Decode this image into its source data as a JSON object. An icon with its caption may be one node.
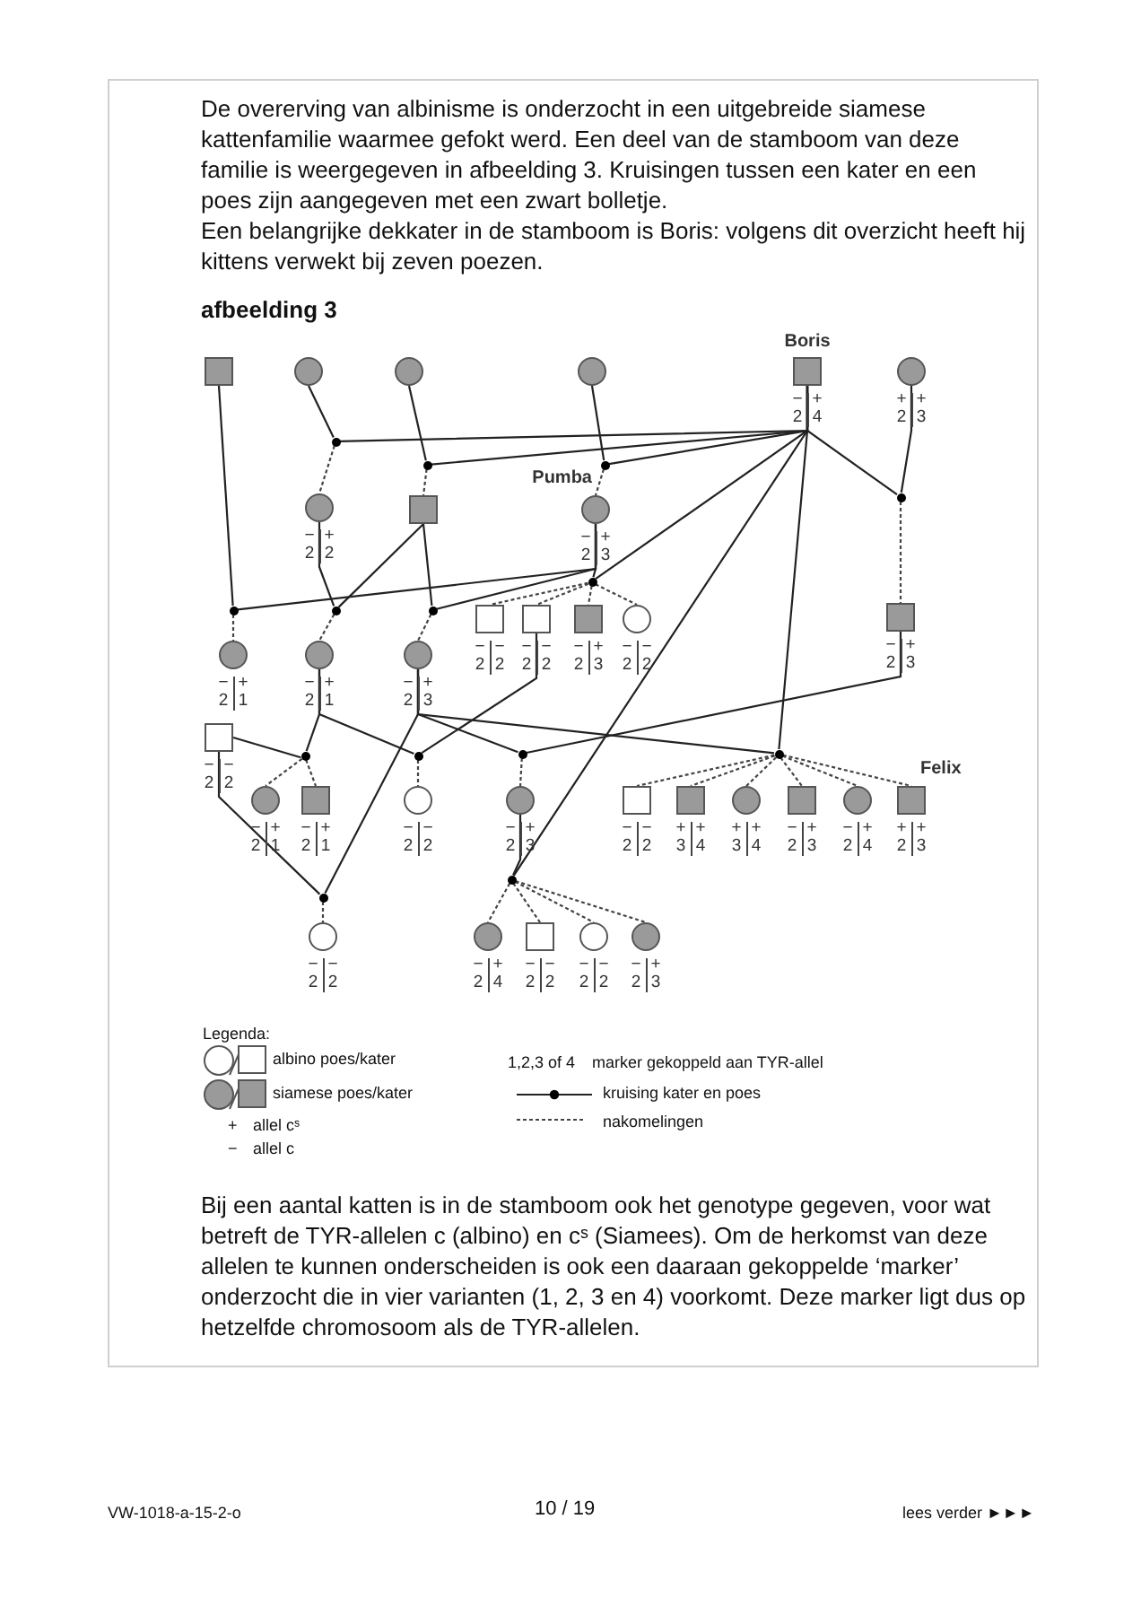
{
  "diagram": {
    "nodes": [
      {
        "text": [],
        "shape": "box"
      },
      {
        "text": [],
        "shape": "circle"
      },
      {
        "text": [],
        "shape": "circle"
      },
      {
        "text": [],
        "shape": "circle"
      },
      {
        "text": [
          "Boris"
        ],
        "beside": [
          "−",
          "2",
          "+",
          "4"
        ]
      },
      {
        "text": [],
        "shape": "circle",
        "beside": [
          "+",
          "2",
          "+",
          "3"
        ]
      },
      {
        "text": [],
        "shape": "dot"
      },
      {
        "text": [],
        "shape": "dot"
      },
      {
        "text": [],
        "shape": "dot"
      },
      {
        "text": [],
        "shape": "dot"
      },
      {
        "text": [],
        "shape": "circle",
        "beside": [
          "−",
          "2",
          "+",
          "2"
        ]
      },
      {
        "text": [],
        "shape": "box"
      },
      {
        "text": [
          "Pumba"
        ],
        "beside": [
          "−",
          "2",
          "+",
          "3"
        ]
      },
      {
        "text": [],
        "shape": "dot"
      },
      {
        "text": [],
        "shape": "dot"
      },
      {
        "text": [],
        "shape": "dot"
      },
      {
        "text": [],
        "shape": "dot"
      },
      {
        "text": [],
        "shape": "box",
        "beside": [
          "−",
          "2",
          "−",
          "2"
        ]
      },
      {
        "text": [],
        "shape": "box",
        "beside": [
          "−",
          "2",
          "−",
          "2"
        ]
      },
      {
        "text": [],
        "shape": "box",
        "beside": [
          "−",
          "2",
          "+",
          "3"
        ]
      },
      {
        "text": [],
        "shape": "circle",
        "beside": [
          "−",
          "2",
          "−",
          "2"
        ]
      },
      {
        "text": [],
        "shape": "box",
        "beside": [
          "−",
          "2",
          "+",
          "3"
        ]
      },
      {
        "text": [],
        "shape": "circle",
        "beside": [
          "−",
          "2",
          "+",
          "1"
        ]
      },
      {
        "text": [],
        "shape": "circle",
        "beside": [
          "−",
          "2",
          "+",
          "1"
        ]
      },
      {
        "text": [],
        "shape": "circle",
        "beside": [
          "−",
          "2",
          "+",
          "3"
        ]
      },
      {
        "text": [],
        "shape": "box",
        "beside": [
          "−",
          "2",
          "−",
          "2"
        ]
      },
      {
        "text": [],
        "shape": "dot"
      },
      {
        "text": [],
        "shape": "dot"
      },
      {
        "text": [],
        "shape": "dot"
      },
      {
        "text": [],
        "shape": "dot"
      },
      {
        "text": [],
        "shape": "circle",
        "beside": [
          "−",
          "2",
          "+",
          "1"
        ]
      },
      {
        "text": [],
        "shape": "box",
        "beside": [
          "−",
          "2",
          "+",
          "1"
        ]
      },
      {
        "text": [],
        "shape": "circle",
        "beside": [
          "−",
          "2",
          "−",
          "2"
        ]
      },
      {
        "text": [],
        "shape": "circle",
        "beside": [
          "−",
          "2",
          "+",
          "3"
        ]
      },
      {
        "text": [],
        "shape": "box",
        "beside": [
          "−",
          "2",
          "−",
          "2"
        ]
      },
      {
        "text": [],
        "shape": "box",
        "beside": [
          "+",
          "3",
          "+",
          "4"
        ]
      },
      {
        "text": [],
        "shape": "circle",
        "beside": [
          "+",
          "3",
          "+",
          "4"
        ]
      },
      {
        "text": [],
        "shape": "box",
        "beside": [
          "−",
          "2",
          "+",
          "3"
        ]
      },
      {
        "text": [],
        "shape": "circle",
        "beside": [
          "−",
          "2",
          "+",
          "4"
        ]
      },
      {
        "text": [
          "Felix"
        ],
        "beside": [
          "+",
          "2",
          "+",
          "3"
        ]
      },
      {
        "text": [],
        "shape": "dot"
      },
      {
        "text": [],
        "shape": "dot"
      },
      {
        "text": [],
        "shape": "circle",
        "beside": [
          "−",
          "2",
          "−",
          "2"
        ]
      },
      {
        "text": [],
        "shape": "circle",
        "beside": [
          "−",
          "2",
          "+",
          "4"
        ]
      },
      {
        "text": [],
        "shape": "box",
        "beside": [
          "−",
          "2",
          "−",
          "2"
        ]
      },
      {
        "text": [],
        "shape": "circle",
        "beside": [
          "−",
          "2",
          "−",
          "2"
        ]
      },
      {
        "text": [],
        "shape": "circle",
        "beside": [
          "−",
          "2",
          "+",
          "3"
        ]
      }
    ],
    "edges": [
      {
        "from": 1,
        "to": 6,
        "arrow": "none"
      },
      {
        "from": 4,
        "to": 6,
        "arrow": "none"
      },
      {
        "from": 6,
        "to": 10,
        "arrow": "none",
        "style": "dashed"
      },
      {
        "from": 2,
        "to": 7,
        "arrow": "none"
      },
      {
        "from": 4,
        "to": 7,
        "arrow": "none"
      },
      {
        "from": 7,
        "to": 11,
        "arrow": "none",
        "style": "dashed"
      },
      {
        "from": 3,
        "to": 8,
        "arrow": "none"
      },
      {
        "from": 4,
        "to": 8,
        "arrow": "none"
      },
      {
        "from": 8,
        "to": 12,
        "arrow": "none",
        "style": "dashed"
      },
      {
        "from": 4,
        "to": 9,
        "arrow": "none"
      },
      {
        "from": 5,
        "to": 9,
        "arrow": "none"
      },
      {
        "from": 9,
        "to": 21,
        "arrow": "none",
        "style": "dashed"
      },
      {
        "from": 0,
        "to": 13,
        "arrow": "none"
      },
      {
        "from": 12,
        "to": 13,
        "arrow": "none"
      },
      {
        "from": 13,
        "to": 22,
        "arrow": "none",
        "style": "dashed"
      },
      {
        "from": 10,
        "to": 14,
        "arrow": "none"
      },
      {
        "from": 11,
        "to": 14,
        "arrow": "none"
      },
      {
        "from": 14,
        "to": 23,
        "arrow": "none",
        "style": "dashed"
      },
      {
        "from": 11,
        "to": 15,
        "arrow": "none"
      },
      {
        "from": 12,
        "to": 15,
        "arrow": "none"
      },
      {
        "from": 15,
        "to": 24,
        "arrow": "none",
        "style": "dashed"
      },
      {
        "from": 12,
        "to": 16,
        "arrow": "none"
      },
      {
        "from": 4,
        "to": 16,
        "arrow": "none"
      },
      {
        "from": 16,
        "to": 17,
        "arrow": "none",
        "style": "dashed"
      },
      {
        "from": 16,
        "to": 18,
        "arrow": "none",
        "style": "dashed"
      },
      {
        "from": 16,
        "to": 19,
        "arrow": "none",
        "style": "dashed"
      },
      {
        "from": 16,
        "to": 20,
        "arrow": "none",
        "style": "dashed"
      },
      {
        "from": 25,
        "to": 26,
        "arrow": "none"
      },
      {
        "from": 23,
        "to": 26,
        "arrow": "none"
      },
      {
        "from": 26,
        "to": 30,
        "arrow": "none",
        "style": "dashed"
      },
      {
        "from": 26,
        "to": 31,
        "arrow": "none",
        "style": "dashed"
      },
      {
        "from": 18,
        "to": 27,
        "arrow": "none"
      },
      {
        "from": 23,
        "to": 27,
        "arrow": "none"
      },
      {
        "from": 27,
        "to": 32,
        "arrow": "none",
        "style": "dashed"
      },
      {
        "from": 24,
        "to": 28,
        "arrow": "none"
      },
      {
        "from": 21,
        "to": 28,
        "arrow": "none"
      },
      {
        "from": 28,
        "to": 33,
        "arrow": "none",
        "style": "dashed"
      },
      {
        "from": 24,
        "to": 29,
        "arrow": "none"
      },
      {
        "from": 4,
        "to": 29,
        "arrow": "none"
      },
      {
        "from": 29,
        "to": 34,
        "arrow": "none",
        "style": "dashed"
      },
      {
        "from": 29,
        "to": 35,
        "arrow": "none",
        "style": "dashed"
      },
      {
        "from": 29,
        "to": 36,
        "arrow": "none",
        "style": "dashed"
      },
      {
        "from": 29,
        "to": 37,
        "arrow": "none",
        "style": "dashed"
      },
      {
        "from": 29,
        "to": 38,
        "arrow": "none",
        "style": "dashed"
      },
      {
        "from": 29,
        "to": 39,
        "arrow": "none",
        "style": "dashed"
      },
      {
        "from": 33,
        "to": 40,
        "arrow": "none"
      },
      {
        "from": 4,
        "to": 40,
        "arrow": "none"
      },
      {
        "from": 25,
        "to": 41,
        "arrow": "none"
      },
      {
        "from": 24,
        "to": 41,
        "arrow": "none"
      },
      {
        "from": 41,
        "to": 42,
        "arrow": "none",
        "style": "dashed"
      },
      {
        "from": 40,
        "to": 43,
        "arrow": "none",
        "style": "dashed"
      },
      {
        "from": 40,
        "to": 44,
        "arrow": "none",
        "style": "dashed"
      },
      {
        "from": 40,
        "to": 45,
        "arrow": "none",
        "style": "dashed"
      },
      {
        "from": 40,
        "to": 46,
        "arrow": "none",
        "style": "dashed"
      }
    ],
    "labels": [
      "De overerving van albinisme is onderzocht in een uitgebreide siamese kattenfamilie waarmee gefokt werd. Een deel van de stamboom van deze familie is weergegeven in afbeelding 3. Kruisingen tussen een kater en een poes zijn aangegeven met een zwart bolletje.",
      "Een belangrijke dekkater in de stamboom is Boris: volgens dit overzicht heeft hij kittens verwekt bij zeven poezen.",
      "afbeelding 3",
      "Legenda:",
      "+",
      "−",
      "1,2,3 of 4",
      "Bij een aantal katten is in de stamboom ook het genotype gegeven, voor wat betreft de TYR-allelen c (albino) en cˢ (Siamees). Om de herkomst van deze allelen te kunnen onderscheiden is ook een daaraan gekoppelde ‘marker’ onderzocht die in vier varianten (1, 2, 3 en 4) voorkomt. Deze marker ligt dus op hetzelfde chromosoom als de TYR-allelen.",
      "VW-1018-a-15-2-o",
      "10 / 19",
      "lees verder ►►►"
    ],
    "legend": [
      {
        "text": "albino poes/kater"
      },
      {
        "text": "siamese poes/kater"
      },
      {
        "text": "allel cˢ"
      },
      {
        "text": "allel c"
      },
      {
        "text": "marker gekoppeld aan TYR-allel"
      },
      {
        "text": "kruising kater en poes"
      },
      {
        "text": "nakomelingen"
      }
    ]
  }
}
